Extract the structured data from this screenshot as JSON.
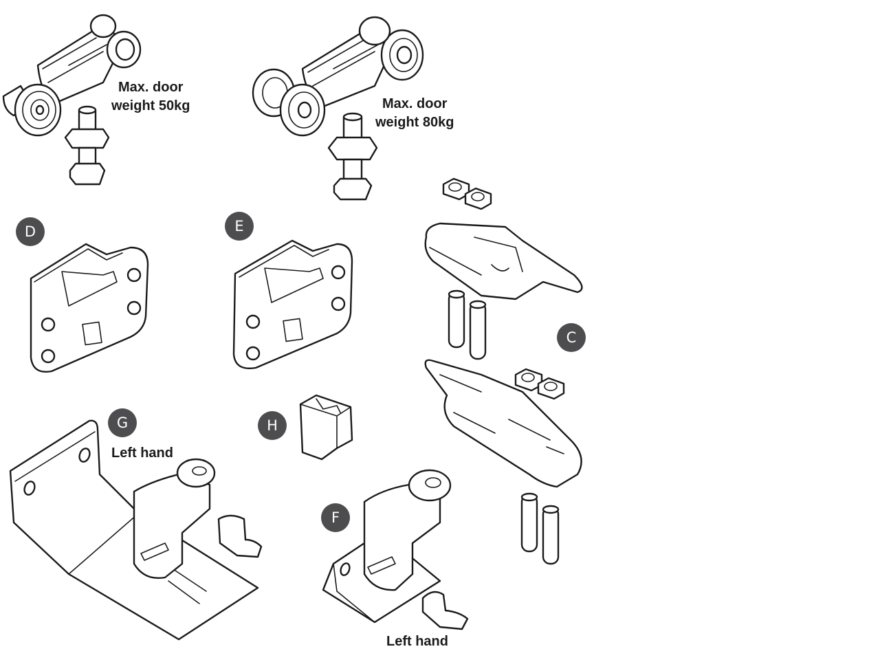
{
  "diagram": {
    "title": "Sliding door hardware components",
    "parts": [
      {
        "id": "roller-50",
        "caption_line1": "Max. door",
        "caption_line2": "weight 50kg"
      },
      {
        "id": "roller-80",
        "caption_line1": "Max. door",
        "caption_line2": "weight 80kg"
      },
      {
        "id": "D",
        "badge": "D"
      },
      {
        "id": "E",
        "badge": "E"
      },
      {
        "id": "C",
        "badge": "C"
      },
      {
        "id": "G",
        "badge": "G",
        "caption": "Left hand"
      },
      {
        "id": "H",
        "badge": "H"
      },
      {
        "id": "F",
        "badge": "F",
        "caption": "Left hand"
      }
    ],
    "badge_color": "#4d4d4f",
    "line_color": "#1a1a1a"
  }
}
